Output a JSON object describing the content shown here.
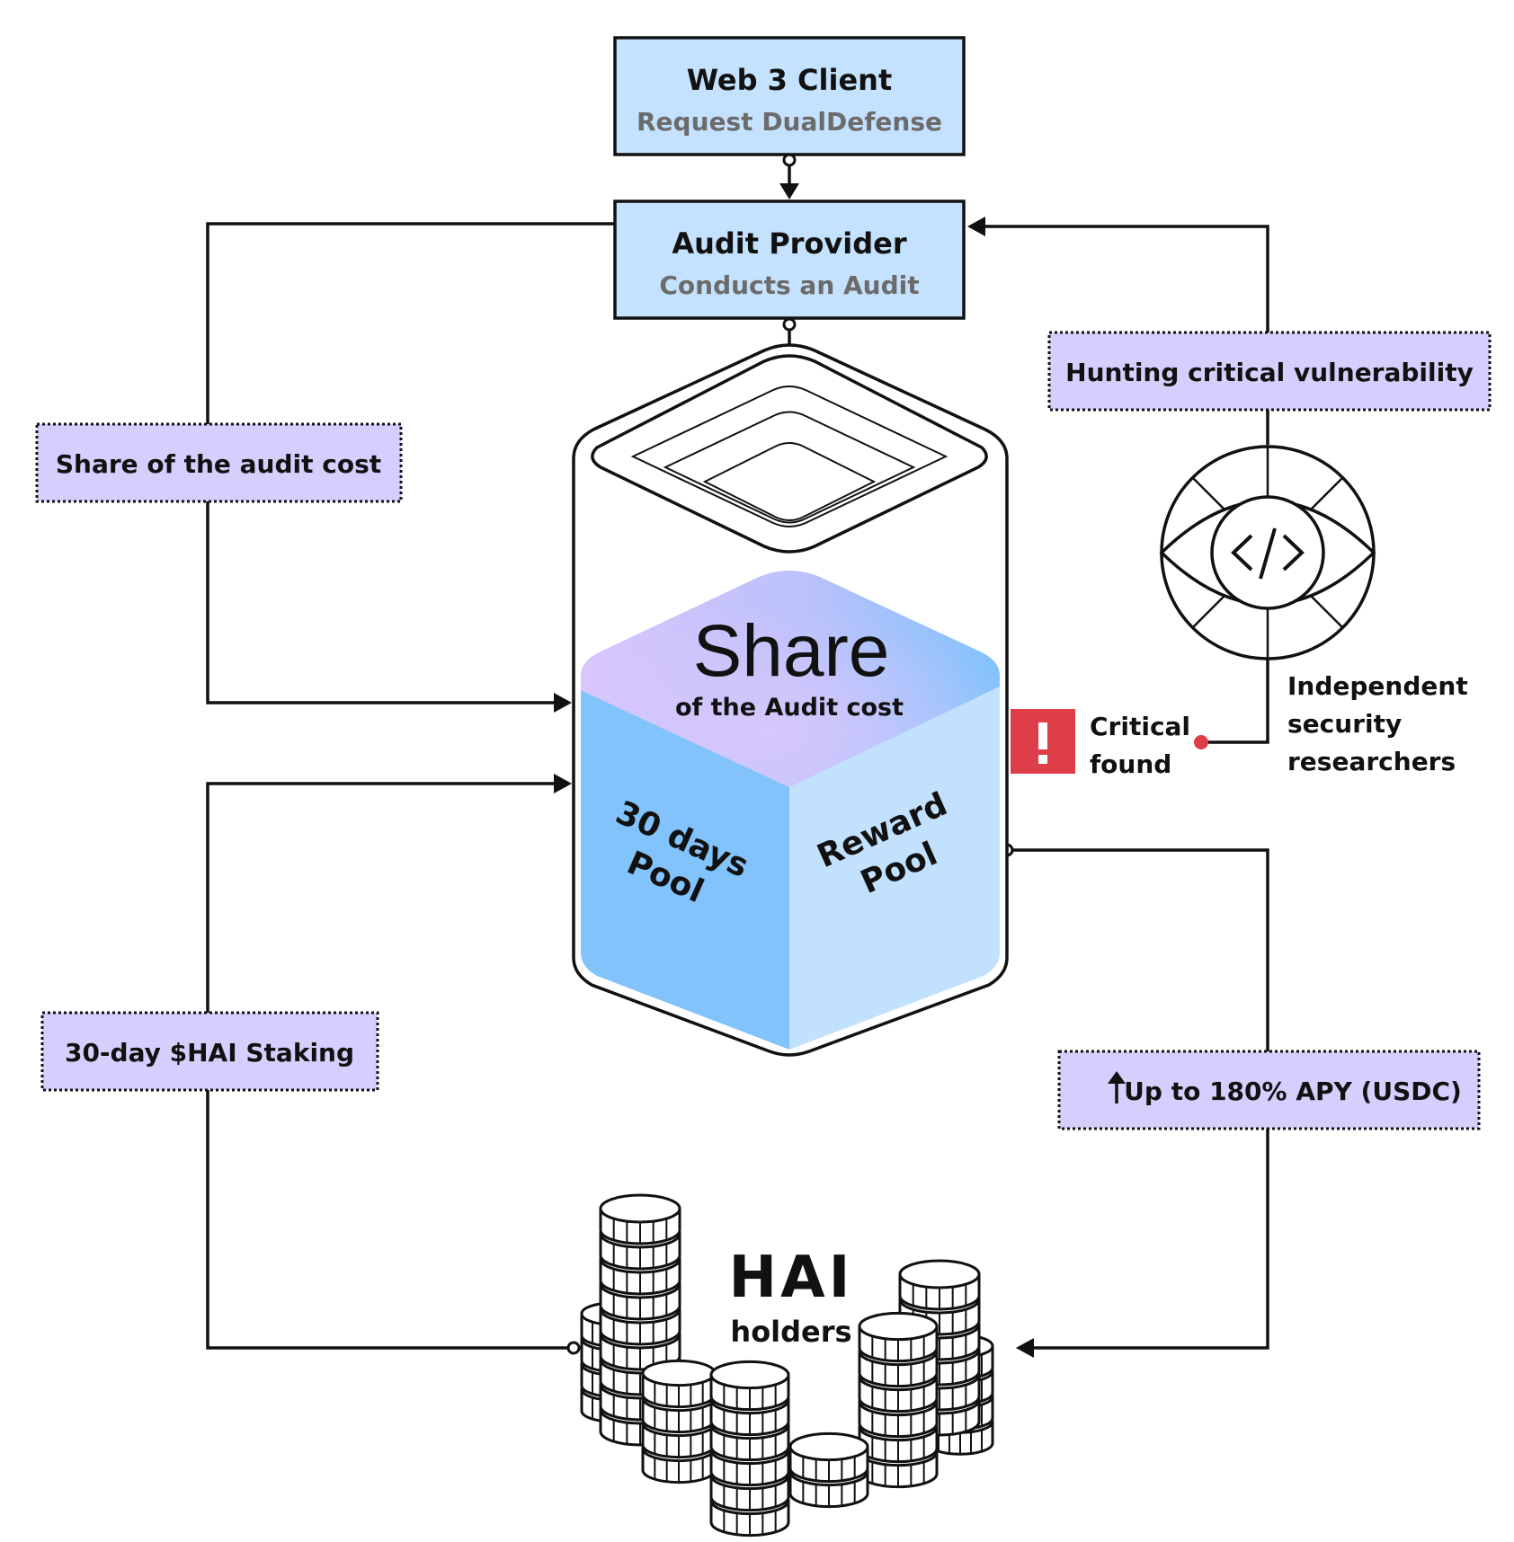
{
  "nodes": {
    "client": {
      "title": "Web 3 Client",
      "subtitle": "Request DualDefense"
    },
    "provider": {
      "title": "Audit Provider",
      "subtitle": "Conducts an Audit"
    }
  },
  "tags": {
    "share_cost": "Share of the audit cost",
    "hunting": "Hunting critical vulnerability",
    "staking": "30-day $HAI Staking",
    "apy": "Up to 180% APY (USDC)"
  },
  "vault": {
    "headline": "Share",
    "subline": "of the Audit cost",
    "left_pool": [
      "30 days",
      "Pool"
    ],
    "right_pool": [
      "Reward",
      "Pool"
    ]
  },
  "critical": [
    "Critical",
    "found"
  ],
  "researchers": [
    "Independent",
    "security",
    "researchers"
  ],
  "holders": {
    "logo": "HAI",
    "label": "holders"
  },
  "icons": {
    "eye": "eye-code-icon",
    "warning": "exclamation-icon",
    "arrow_up": "arrow-up-icon",
    "coins": "coin-stacks-icon"
  },
  "colors": {
    "node_fill": "#c4e2fd",
    "tag_fill": "#d6cffd",
    "left_face": "#82c3fc",
    "right_face": "#c2e1fd",
    "alert_red": "#dd3e48"
  }
}
